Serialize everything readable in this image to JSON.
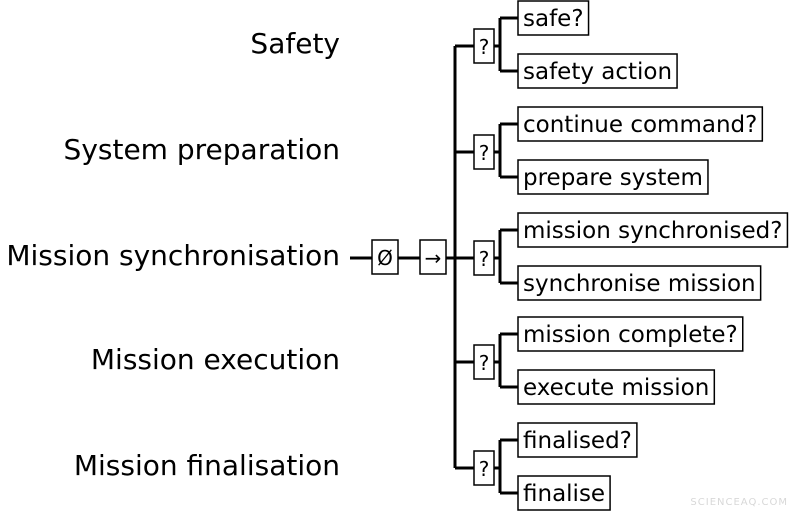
{
  "phases": [
    {
      "label": "Safety",
      "condition": "safe?",
      "action": "safety action"
    },
    {
      "label": "System preparation",
      "condition": "continue command?",
      "action": "prepare system"
    },
    {
      "label": "Mission synchronisation",
      "condition": "mission synchronised?",
      "action": "synchronise mission"
    },
    {
      "label": "Mission execution",
      "condition": "mission complete?",
      "action": "execute mission"
    },
    {
      "label": "Mission finalisation",
      "condition": "finalised?",
      "action": "finalise"
    }
  ],
  "root": {
    "parallel_symbol": "Ø",
    "sequence_symbol": "→",
    "fallback_symbol": "?"
  },
  "watermark": "SCIENCEAQ.COM"
}
